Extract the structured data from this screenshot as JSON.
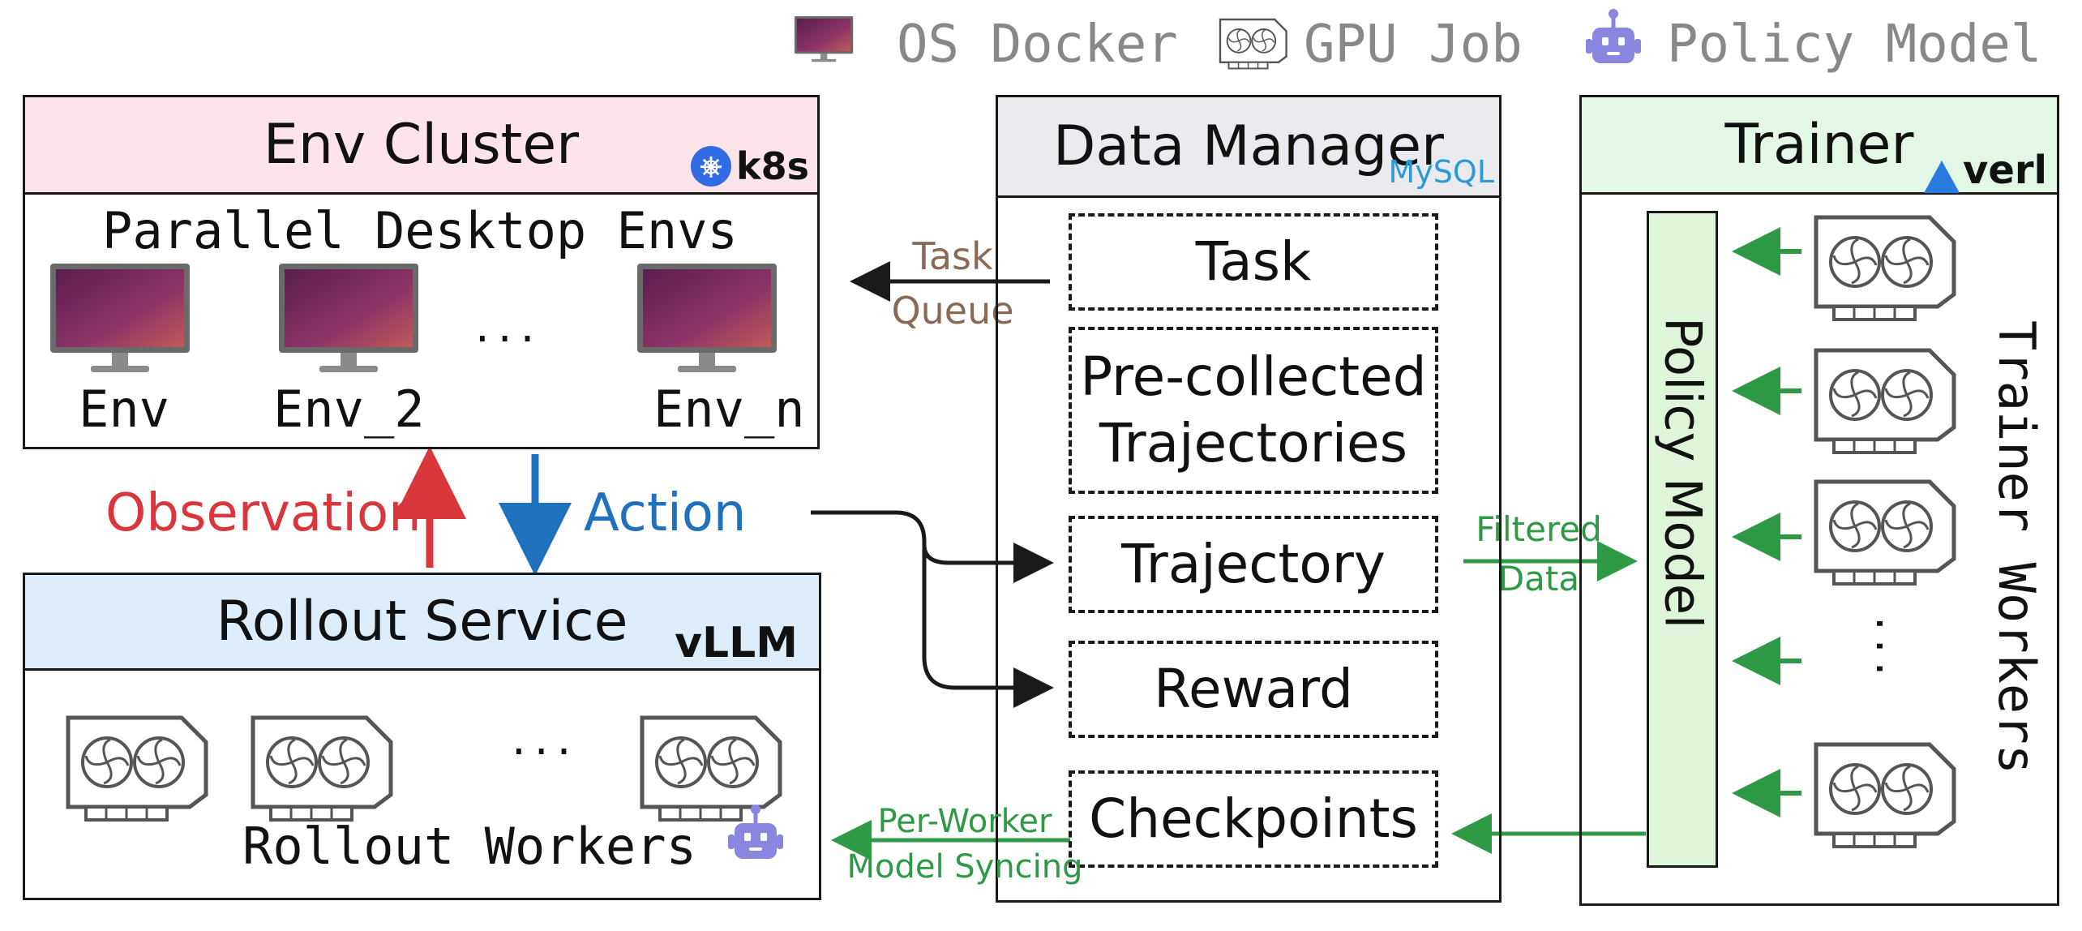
{
  "legend": {
    "os_docker": "OS Docker",
    "gpu_job": "GPU Job",
    "policy_model": "Policy Model"
  },
  "env_cluster": {
    "title": "Env Cluster",
    "badge": "k8s",
    "subtitle": "Parallel Desktop Envs",
    "envs": [
      "Env",
      "Env_2",
      "Env_n"
    ],
    "ellipsis": "..."
  },
  "rollout": {
    "title": "Rollout Service",
    "badge": "vLLM",
    "workers_label": "Rollout Workers",
    "ellipsis": "..."
  },
  "arrows": {
    "observation": "Observation",
    "action": "Action",
    "task_queue": [
      "Task",
      "Queue"
    ],
    "filtered_data": [
      "Filtered",
      "Data"
    ],
    "model_sync": [
      "Per-Worker",
      "Model Syncing"
    ]
  },
  "data_manager": {
    "title": "Data Manager",
    "badge": "MySQL",
    "items": [
      "Task",
      "Pre-collected\nTrajectories",
      "Trajectory",
      "Reward",
      "Checkpoints"
    ]
  },
  "trainer": {
    "title": "Trainer",
    "badge": "verl",
    "policy_model": "Policy Model",
    "workers_label": "Trainer Workers",
    "ellipsis": "..."
  },
  "colors": {
    "observation": "#d9373b",
    "action": "#2070c0",
    "green": "#2e9a45",
    "brown": "#8a6a55",
    "env_header": "#fde4ea",
    "rollout_header": "#ddeefa",
    "dm_header": "#ebebef",
    "trainer_header": "#e3f7e6",
    "policy_bar": "#dff5da",
    "robot": "#8a86e0"
  }
}
